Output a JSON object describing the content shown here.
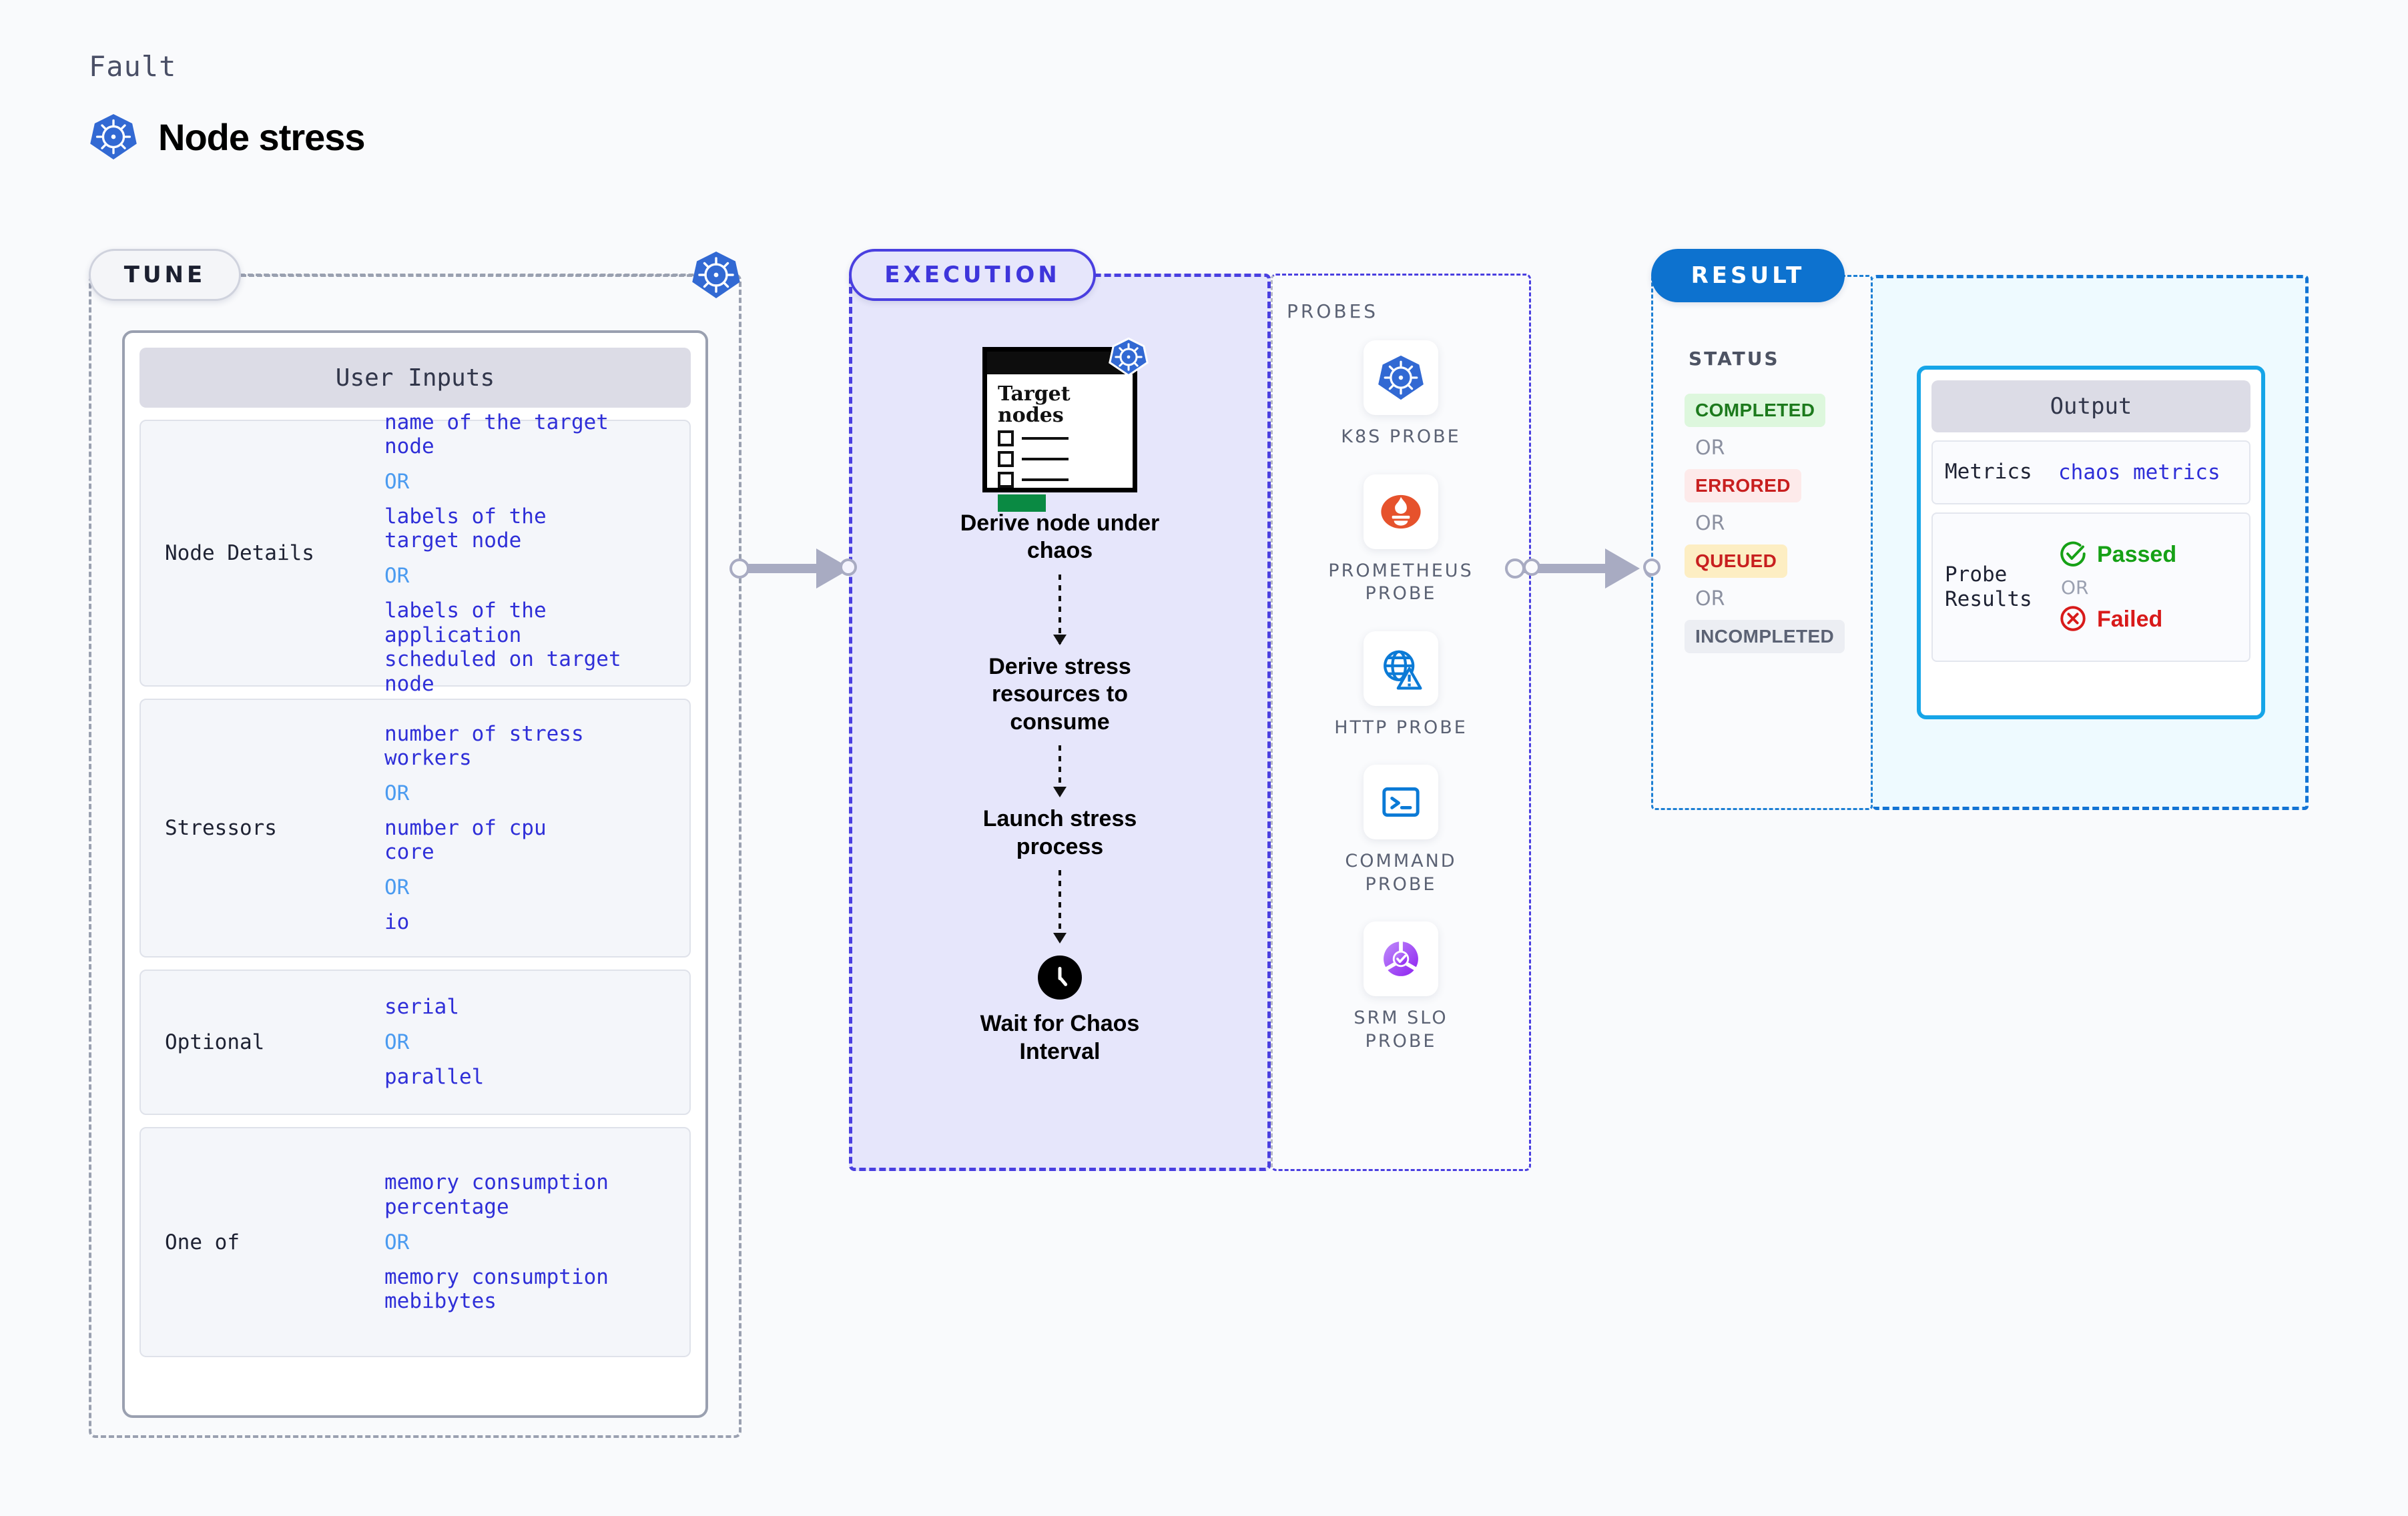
{
  "header": {
    "eyebrow": "Fault",
    "title": "Node stress",
    "icon": "kubernetes-icon"
  },
  "tune": {
    "pill_label": "TUNE",
    "connector_icon": "kubernetes-icon",
    "card_title": "User Inputs",
    "blocks": [
      {
        "label": "Node Details",
        "values": [
          "name of the target\nnode",
          "labels of the\ntarget node",
          "labels of the application\n scheduled on target node"
        ],
        "separator": "OR"
      },
      {
        "label": "Stressors",
        "values": [
          "number of stress\nworkers",
          "number of cpu\ncore",
          "io"
        ],
        "separator": "OR"
      },
      {
        "label": "Optional",
        "values": [
          "serial",
          "parallel"
        ],
        "separator": "OR"
      },
      {
        "label": "One of",
        "values": [
          "memory consumption\npercentage",
          "memory consumption\nmebibytes"
        ],
        "separator": "OR"
      }
    ]
  },
  "execution": {
    "pill_label": "EXECUTION",
    "node_icon": {
      "title": "Target\nnodes",
      "icon": "target-nodes-window-icon",
      "badge": "kubernetes-icon"
    },
    "steps": [
      "Derive node under\nchaos",
      "Derive stress\nresources to\nconsume",
      "Launch stress\nprocess",
      "Wait for Chaos\nInterval"
    ],
    "clock_icon": "clock-icon"
  },
  "probes": {
    "title": "PROBES",
    "items": [
      {
        "label": "K8S PROBE",
        "icon": "kubernetes-icon"
      },
      {
        "label": "PROMETHEUS\nPROBE",
        "icon": "prometheus-icon"
      },
      {
        "label": "HTTP PROBE",
        "icon": "globe-warning-icon"
      },
      {
        "label": "COMMAND\nPROBE",
        "icon": "terminal-icon"
      },
      {
        "label": "SRM SLO\nPROBE",
        "icon": "srm-slo-icon"
      }
    ]
  },
  "result": {
    "pill_label": "RESULT",
    "status_title": "STATUS",
    "separator": "OR",
    "statuses": [
      {
        "label": "COMPLETED",
        "bg": "#ddf7dd",
        "fg": "#1d7a1d"
      },
      {
        "label": "ERRORED",
        "bg": "#fdeaea",
        "fg": "#c81f1f"
      },
      {
        "label": "QUEUED",
        "bg": "#fdeec3",
        "fg": "#c81f1f"
      },
      {
        "label": "INCOMPLETED",
        "bg": "#eceef3",
        "fg": "#5b6274"
      }
    ],
    "output": {
      "card_title": "Output",
      "metrics_label": "Metrics",
      "metrics_value": "chaos metrics",
      "probe_label": "Probe\nResults",
      "probe_pass": "Passed",
      "probe_fail": "Failed",
      "probe_separator": "OR"
    }
  },
  "colors": {
    "accent_blue": "#2f6fdb",
    "exec_purple": "#4a3fe0",
    "result_blue": "#0d72cf",
    "output_cyan": "#16a5e8",
    "value_indigo": "#2f2fd8",
    "or_blue": "#4b9bf0"
  }
}
